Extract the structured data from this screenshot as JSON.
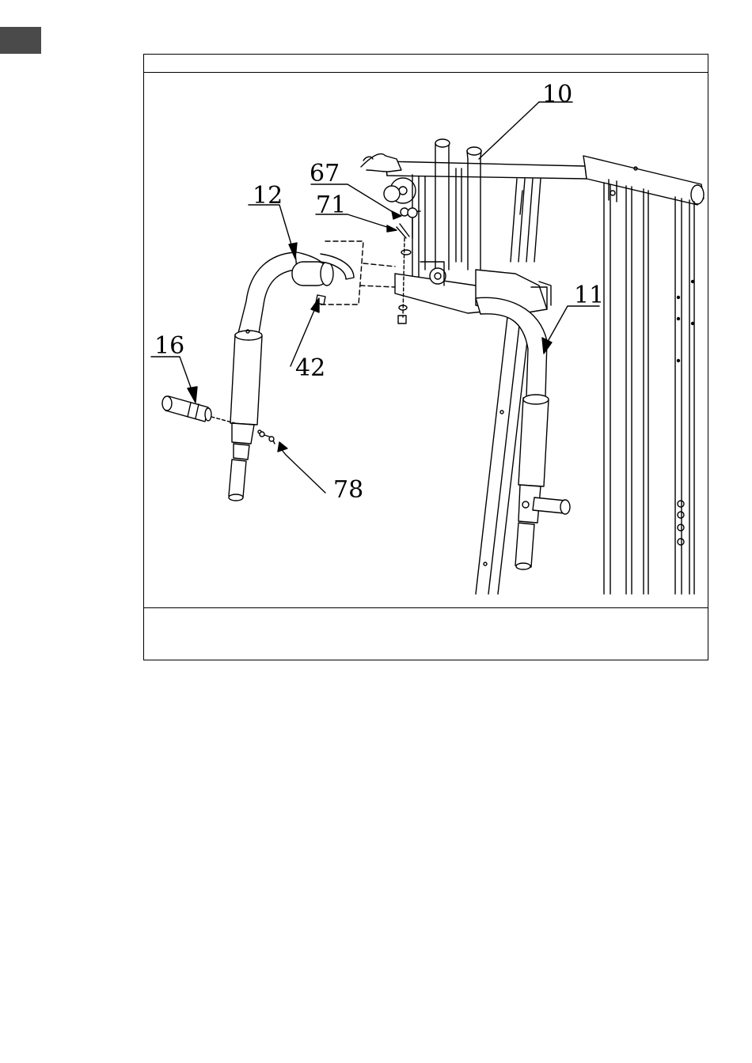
{
  "document": {
    "page_tab_color": "#4a4a4a",
    "line_color": "#000000",
    "header_text": "",
    "caption_text": ""
  },
  "diagram": {
    "part_labels": {
      "p10": "10",
      "p67": "67",
      "p12": "12",
      "p71": "71",
      "p11": "11",
      "p42": "42",
      "p16": "16",
      "p78": "78"
    }
  }
}
